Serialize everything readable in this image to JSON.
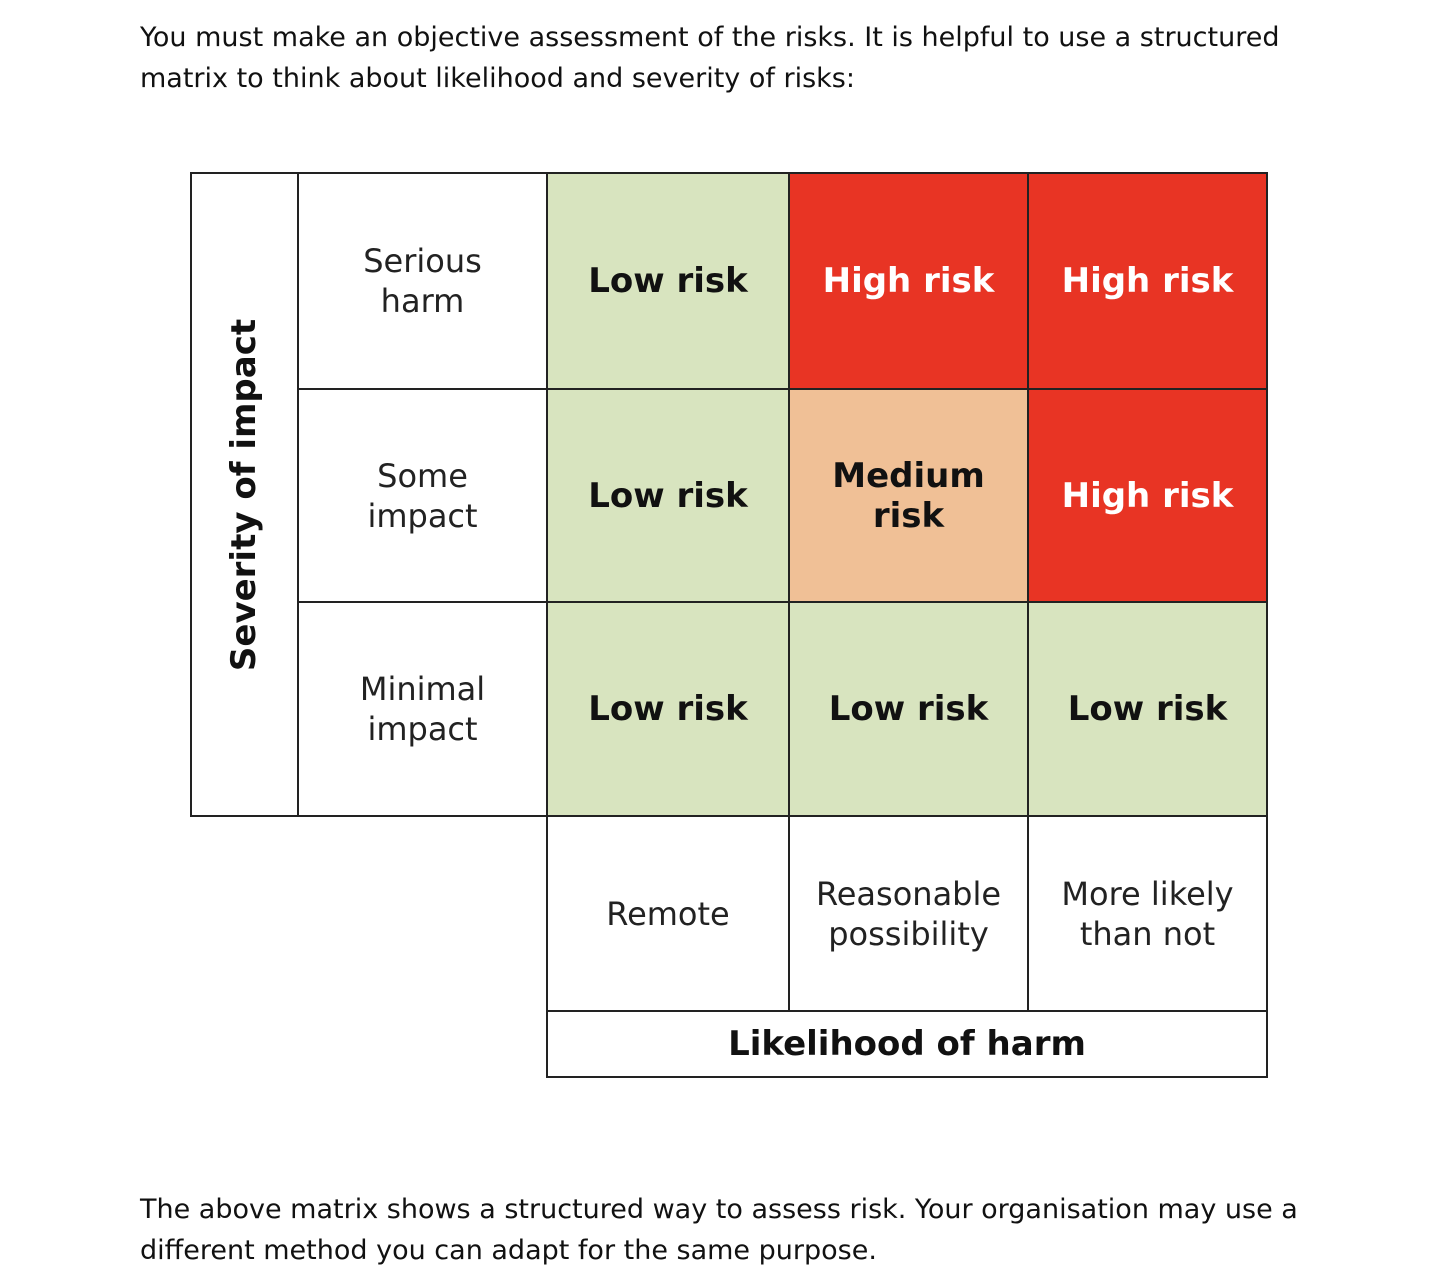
{
  "intro_text": "You must make an objective assessment of the risks. It is helpful to use a structured matrix to think about likelihood and severity of risks:",
  "outro_text": "The above matrix shows a structured way to assess risk. Your organisation may use a different method you can adapt for the same purpose.",
  "matrix": {
    "y_axis_label": "Severity of impact",
    "x_axis_label": "Likelihood of harm",
    "severity_levels": [
      "Serious harm",
      "Some impact",
      "Minimal impact"
    ],
    "likelihood_levels": [
      "Remote",
      "Reasonable possibility",
      "More likely than not"
    ],
    "cells": [
      [
        "Low risk",
        "High risk",
        "High risk"
      ],
      [
        "Low risk",
        "Medium risk",
        "High risk"
      ],
      [
        "Low risk",
        "Low risk",
        "Low risk"
      ]
    ],
    "colors": {
      "low": "#d8e4bf",
      "medium": "#f0c096",
      "high": "#e83424"
    }
  }
}
